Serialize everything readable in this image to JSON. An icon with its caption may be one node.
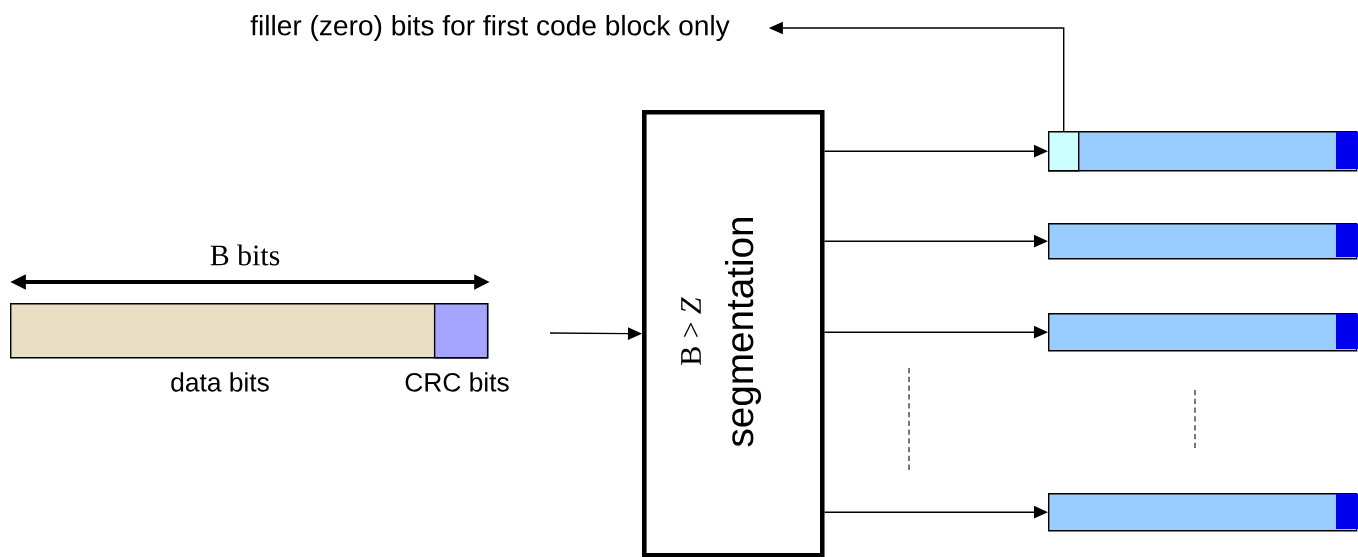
{
  "diagram": {
    "nodes": [
      {
        "text": [],
        "shape": "bar",
        "beside": [
          "data bits"
        ]
      },
      {
        "text": [],
        "shape": "bar",
        "in": 0,
        "beside": [
          "CRC bits"
        ]
      },
      {
        "text": [
          "B > *Z*",
          "segmentation"
        ]
      },
      {
        "text": [],
        "shape": "bar"
      },
      {
        "text": [],
        "shape": "bar"
      },
      {
        "text": [],
        "shape": "bar"
      },
      {
        "text": [],
        "shape": "bar"
      },
      {
        "text": [],
        "shape": "bar",
        "in": 3
      },
      {
        "text": [
          "filler (zero) bits for first code block only"
        ]
      }
    ],
    "edges": [
      {
        "from": null,
        "to": 2,
        "arrow": "to"
      },
      {
        "from": 2,
        "to": 3,
        "arrow": "to"
      },
      {
        "from": 2,
        "to": 4,
        "arrow": "to"
      },
      {
        "from": 2,
        "to": 5,
        "arrow": "to"
      },
      {
        "from": 2,
        "to": 6,
        "arrow": "to"
      },
      {
        "from": 7,
        "to": 8,
        "arrow": "to"
      }
    ],
    "labels": [
      "B bits"
    ]
  }
}
